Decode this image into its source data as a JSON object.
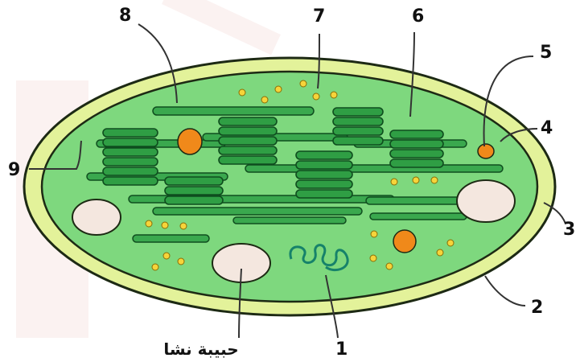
{
  "labels": {
    "l1": "1",
    "l2": "2",
    "l3": "3",
    "l4": "4",
    "l5": "5",
    "l6": "6",
    "l7": "7",
    "l8": "8",
    "l9": "9",
    "starch": "حبيبة نشا"
  },
  "colors": {
    "outer_membrane": "#e3f29a",
    "stroma": "#7ed87e",
    "thylakoid": "#2f9e44",
    "starch_grain": "#f4e7df",
    "lipid_droplet": "#f0891a",
    "ribosome": "#f6d43a"
  }
}
